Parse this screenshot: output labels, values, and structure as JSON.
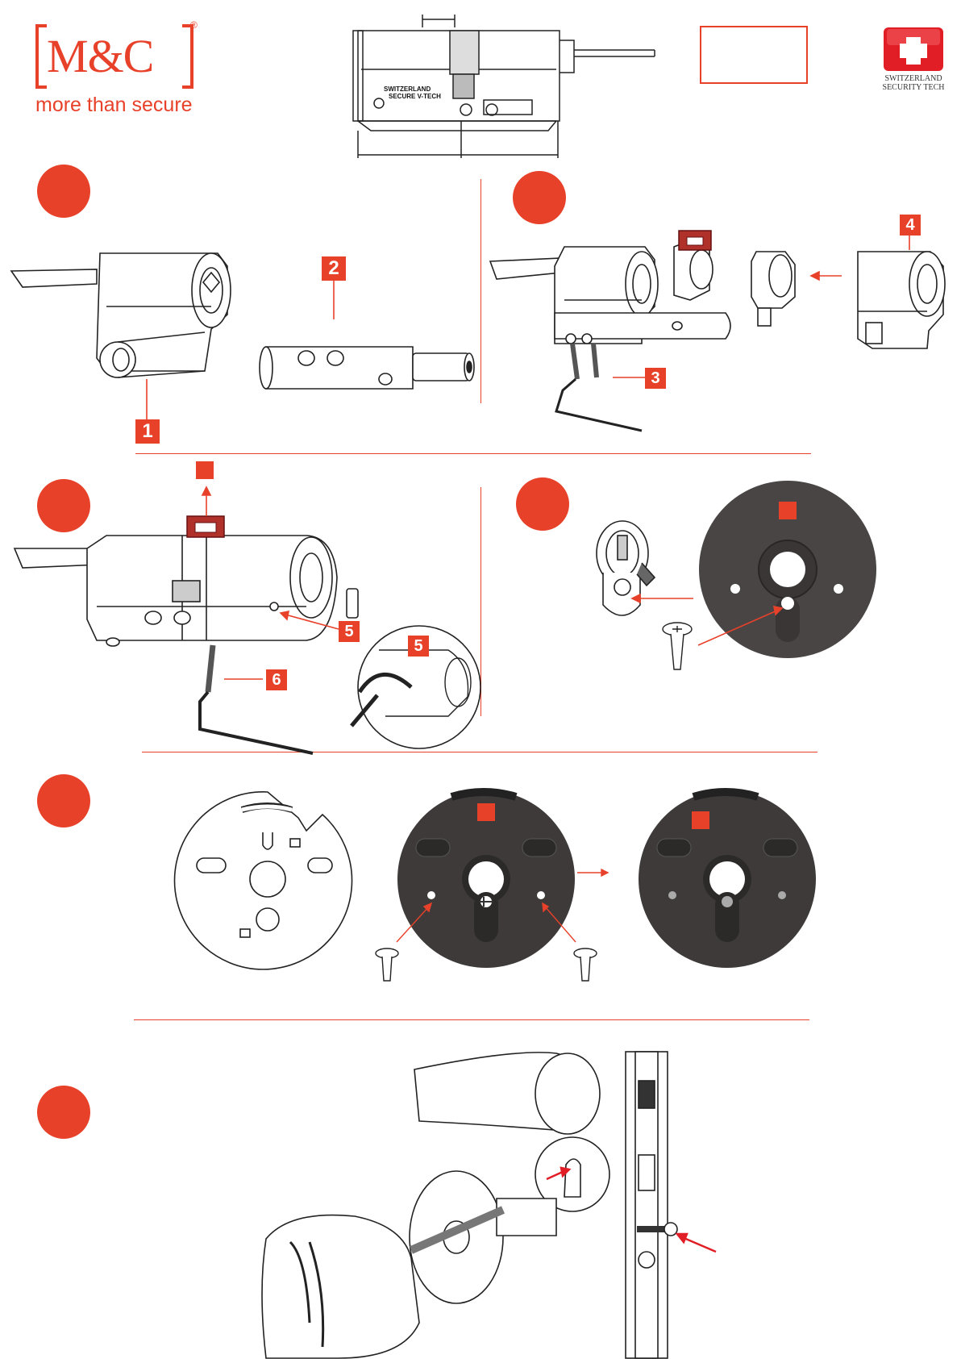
{
  "brand": {
    "logo_text": "M&C",
    "tagline": "more than secure",
    "registered": "®",
    "accent": "#e8412a"
  },
  "swiss_badge": {
    "line1": "SWITZERLAND",
    "line2": "SECURITY TECH",
    "icon": "swiss-cross-icon"
  },
  "cylinder_engraving": {
    "line1": "SWITZERLAND",
    "line2": "SECURE V-TECH"
  },
  "callouts": {
    "c1": "1",
    "c2": "2",
    "c3": "3",
    "c4": "4",
    "c5a": "5",
    "c5b": "5",
    "c6": "6"
  },
  "step_markers": [
    "step-1",
    "step-2",
    "step-3",
    "step-4",
    "step-5",
    "step-6"
  ]
}
